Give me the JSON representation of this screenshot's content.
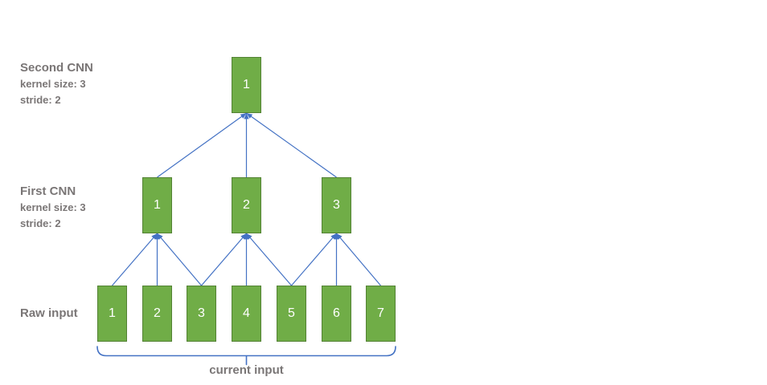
{
  "diagram": {
    "title_hint": "CNN receptive field diagram",
    "colors": {
      "box_fill": "#70AD47",
      "box_border": "#538234",
      "arrow_blue": "#4472C4",
      "label_gray": "#7a7676",
      "box_text": "#ffffff",
      "background": "#ffffff"
    },
    "layers": [
      {
        "id": "second",
        "label_lines": {
          "line1": "Second CNN",
          "line2": "kernel size: 3",
          "line3": "stride: 2"
        },
        "boxes": [
          "1"
        ]
      },
      {
        "id": "first",
        "label_lines": {
          "line1": "First CNN",
          "line2": "kernel size: 3",
          "line3": "stride: 2"
        },
        "boxes": [
          "1",
          "2",
          "3"
        ]
      },
      {
        "id": "raw",
        "label_lines": {
          "line1": "Raw input"
        },
        "boxes": [
          "1",
          "2",
          "3",
          "4",
          "5",
          "6",
          "7"
        ]
      }
    ],
    "connections": [
      {
        "from": "raw",
        "to": "first",
        "edges": [
          [
            1,
            1
          ],
          [
            2,
            1
          ],
          [
            3,
            1
          ],
          [
            3,
            2
          ],
          [
            4,
            2
          ],
          [
            5,
            2
          ],
          [
            5,
            3
          ],
          [
            6,
            3
          ],
          [
            7,
            3
          ]
        ]
      },
      {
        "from": "first",
        "to": "second",
        "edges": [
          [
            1,
            1
          ],
          [
            2,
            1
          ],
          [
            3,
            1
          ]
        ]
      }
    ],
    "brace_label": "current input"
  }
}
